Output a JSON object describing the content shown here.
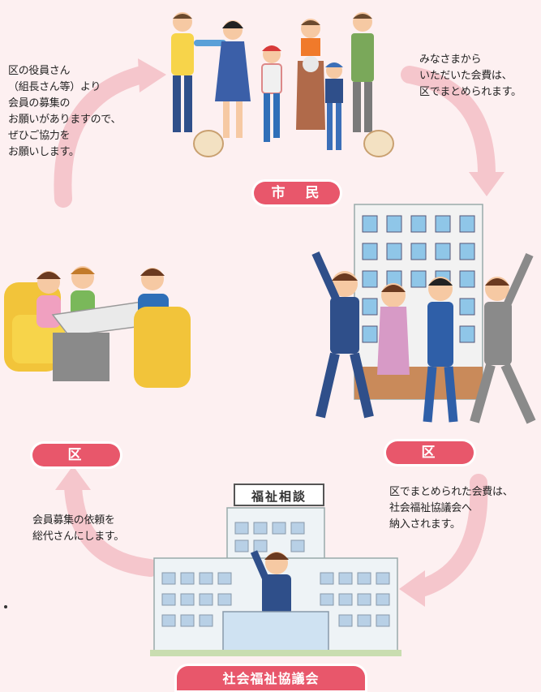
{
  "nodes": {
    "citizens_label": "市　民",
    "ward_left_label": "区",
    "ward_right_label": "区",
    "council_label": "社会福祉協議会",
    "building_sign": "福祉相談"
  },
  "captions": {
    "top_left": "区の役員さん\n（組長さん等）より\n会員の募集の\nお願いがありますので、\nぜひご協力を\nお願いします。",
    "top_right": "みなさまから\nいただいた会費は、\n区でまとめられます。",
    "bottom_right": "区でまとめられた会費は、\n社会福祉協議会へ\n納入されます。",
    "bottom_left": "会員募集の依頼を\n総代さんにします。"
  },
  "colors": {
    "background": "#fdf0f1",
    "label_pink": "#e8576b",
    "arrow_pink": "#f5c6cc"
  }
}
